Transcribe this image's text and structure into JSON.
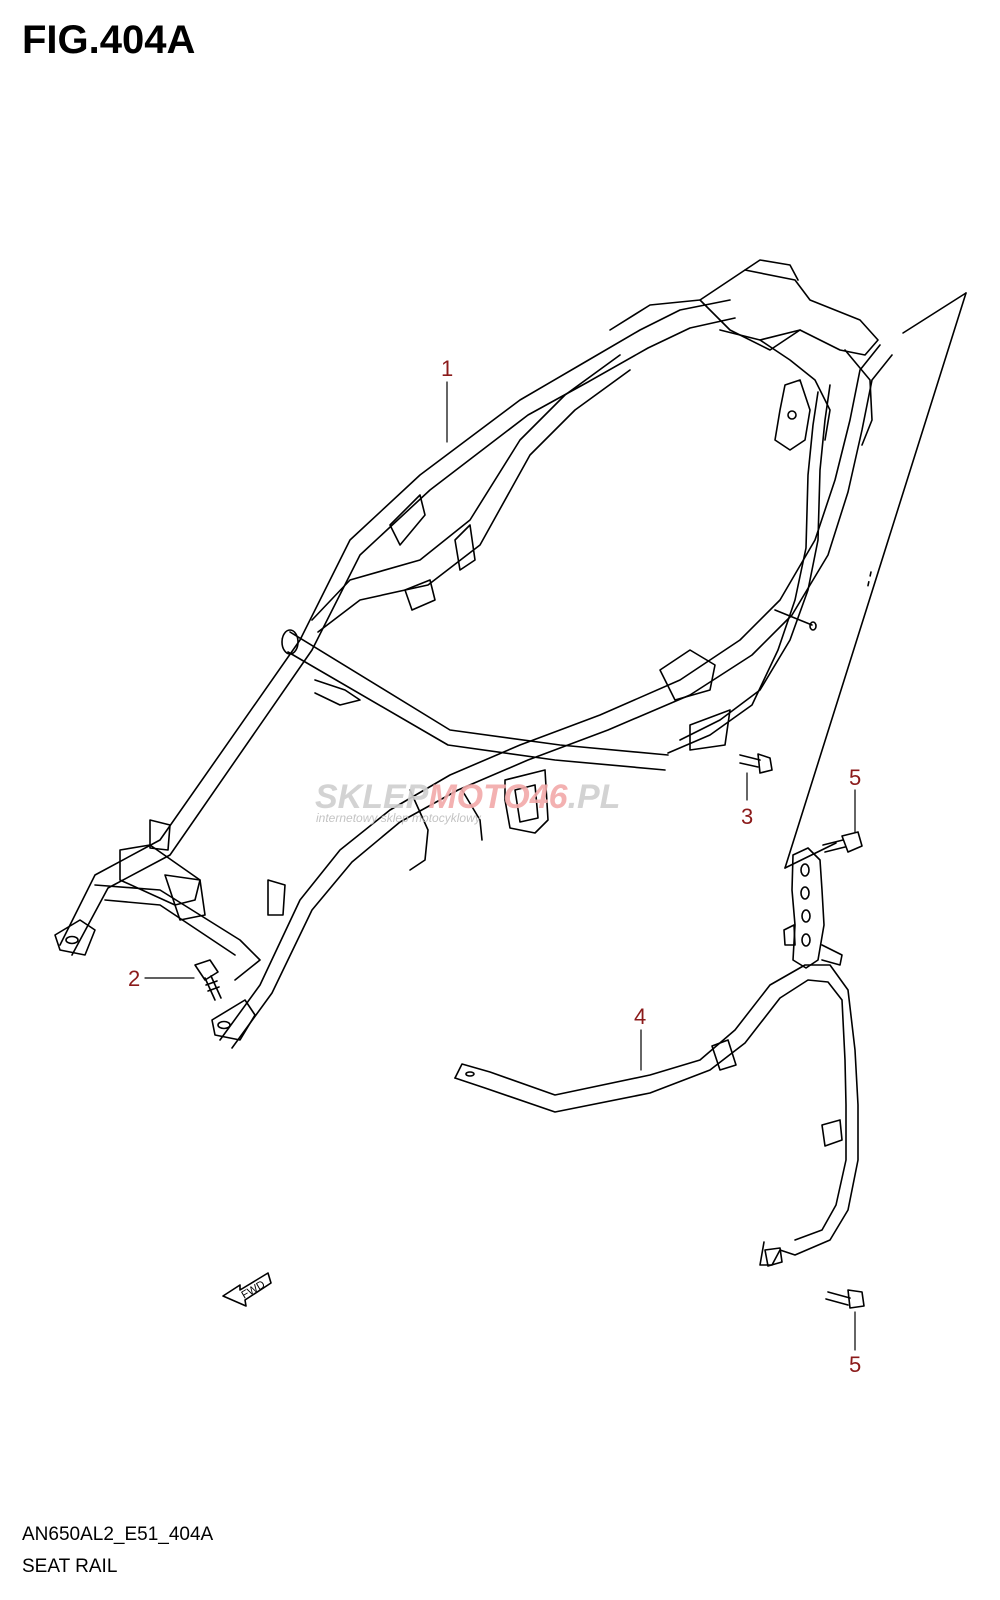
{
  "figure": {
    "title": "FIG.404A",
    "code": "AN650AL2_E51_404A",
    "name": "SEAT RAIL"
  },
  "watermark": {
    "text_a": "SKLEP",
    "text_b": "MOTO",
    "text_c": "46",
    "text_d": ".PL",
    "subtitle": "internetowy sklep motocyklowy"
  },
  "fwd_label": "FWD",
  "callouts": [
    {
      "id": "1",
      "label": "1"
    },
    {
      "id": "2",
      "label": "2"
    },
    {
      "id": "3",
      "label": "3"
    },
    {
      "id": "4",
      "label": "4"
    },
    {
      "id": "5a",
      "label": "5"
    },
    {
      "id": "5b",
      "label": "5"
    }
  ],
  "colors": {
    "callout": "#8b1a1a",
    "line": "#000000",
    "watermark_gray": "#cfcfcf",
    "watermark_red": "#f2a9a9"
  }
}
